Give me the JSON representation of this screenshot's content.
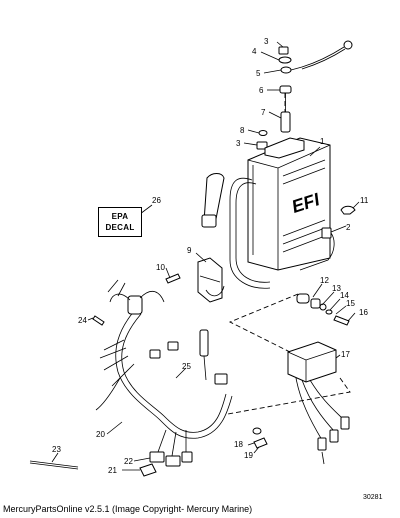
{
  "diagram": {
    "callouts": [
      "1",
      "2",
      "3",
      "4",
      "5",
      "6",
      "7",
      "8",
      "9",
      "10",
      "11",
      "12",
      "13",
      "14",
      "15",
      "16",
      "17",
      "18",
      "19",
      "20",
      "21",
      "22",
      "23",
      "24",
      "25",
      "26"
    ],
    "callout_3b": "3",
    "epa_decal": {
      "line1": "EPA",
      "line2": "DECAL"
    },
    "module_logo": "EFI",
    "figure_number": "30281"
  },
  "footer": {
    "text": "MercuryPartsOnline v2.5.1 (Image Copyright- Mercury Marine)"
  }
}
